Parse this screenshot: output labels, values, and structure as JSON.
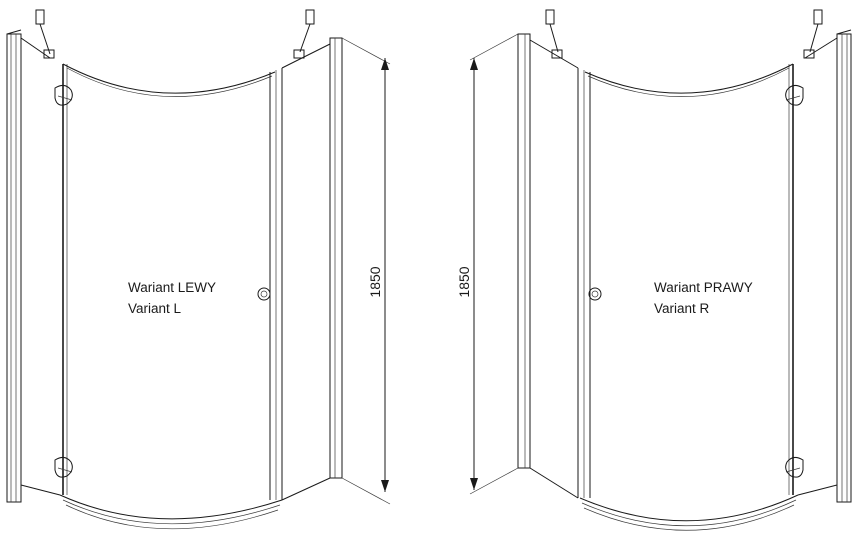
{
  "left_variant": {
    "label_line1": "Wariant LEWY",
    "label_line2": "Variant L",
    "height_dimension": "1850"
  },
  "right_variant": {
    "label_line1": "Wariant PRAWY",
    "label_line2": "Variant R",
    "height_dimension": "1850"
  }
}
